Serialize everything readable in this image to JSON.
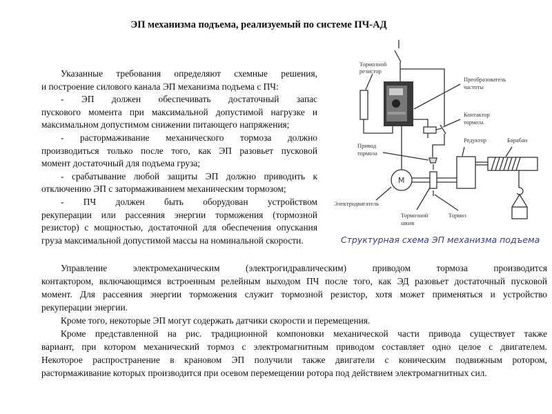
{
  "title": "ЭП механизма подъема, реализуемый по системе ПЧ-АД",
  "left_text": [
    "Указанные требования определяют схемные решения,",
    "и построение силового канала ЭП механизма подъема с ПЧ:",
    "- ЭП должен обеспечивать достаточный запас",
    "пускового момента при максимальной допустимой нагрузке и",
    "максимальном допустимом снижении питающего напряжения;",
    "- растормаживание механического тормоза должно",
    "производиться только после того, как ЭП разовьет пусковой",
    "момент достаточный для подъема груза;",
    "- срабатывание любой защиты ЭП должно приводить к",
    "отключению ЭП с затормаживанием механическим тормозом;",
    "- ПЧ должен быть оборудован устройством",
    "рекуперации или рассеяния энергии торможения (тормозной",
    "резистор) с мощностью, достаточной для обеспечения опускания",
    "груза максимальной допустимой массы на номинальной скорости."
  ],
  "diagram": {
    "labels": {
      "brake_resistor": [
        "Тормозной",
        "резистор"
      ],
      "inverter": [
        "Преобразователь",
        "частоты"
      ],
      "brake_contactor": [
        "Контактор",
        "тормоза"
      ],
      "reducer": "Редуктор",
      "drum": "Барабан",
      "brake_drive": [
        "Привод",
        "тормоза"
      ],
      "motor": "Электродвигатель",
      "motor_symbol": "M",
      "brake_pulley": [
        "Тормозной",
        "шкив"
      ],
      "brake": "Тормоз"
    },
    "caption": "Структурная схема ЭП механизма подъема",
    "caption_color": "#3b3b8f"
  },
  "bottom_text": [
    "Управление электромеханическим (электрогидравлическим) приводом тормоза производится",
    "контактором, включающимся встроенным релейным выходом ПЧ после того, как ЭД разовьет достаточный пусковой",
    "момент. Для рассеяния энергии торможения служит тормозной резистор, хотя может применяться и устройство",
    "рекуперации энергии.",
    "Кроме того, некоторые ЭП могут содержать датчики скорости и перемещения.",
    "Кроме представленной на рис. традиционной компоновки механической части привода существует также",
    "вариант, при котором механический тормоз с электромагнитным приводом составляет одно целое с двигателем.",
    "Некоторое распространение в крановом ЭП получили также двигатели с коническим подвижным ротором,",
    "растормаживание которых производится при осевом перемещении ротора под действием электромагнитных сил."
  ]
}
